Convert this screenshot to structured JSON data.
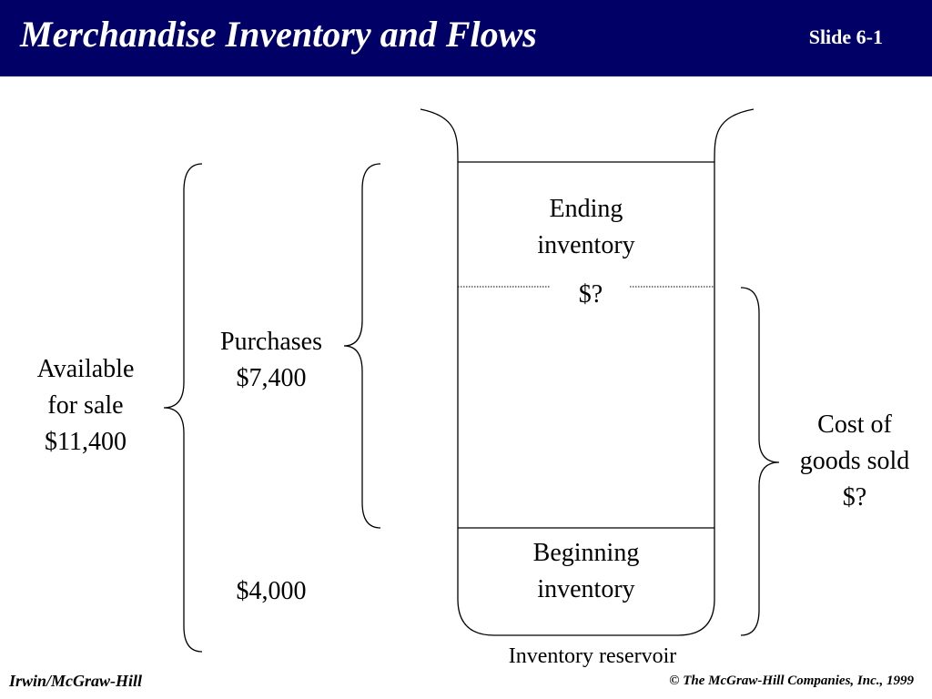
{
  "header": {
    "title": "Merchandise Inventory and Flows",
    "slide_number": "Slide 6-1",
    "background_color": "#000066"
  },
  "diagram": {
    "ending_inventory": [
      "Ending",
      "inventory"
    ],
    "ending_value": "$?",
    "beginning_inventory": [
      "Beginning",
      "inventory"
    ],
    "purchases": [
      "Purchases",
      "$7,400"
    ],
    "beginning_value": "$4,000",
    "available_for_sale": [
      "Available",
      "for sale",
      "$11,400"
    ],
    "cost_of_goods_sold": [
      "Cost of",
      "goods sold",
      "$?"
    ],
    "reservoir_caption": "Inventory reservoir"
  },
  "footer": {
    "left": "Irwin/McGraw-Hill",
    "right": "© The McGraw-Hill Companies, Inc., 1999"
  }
}
